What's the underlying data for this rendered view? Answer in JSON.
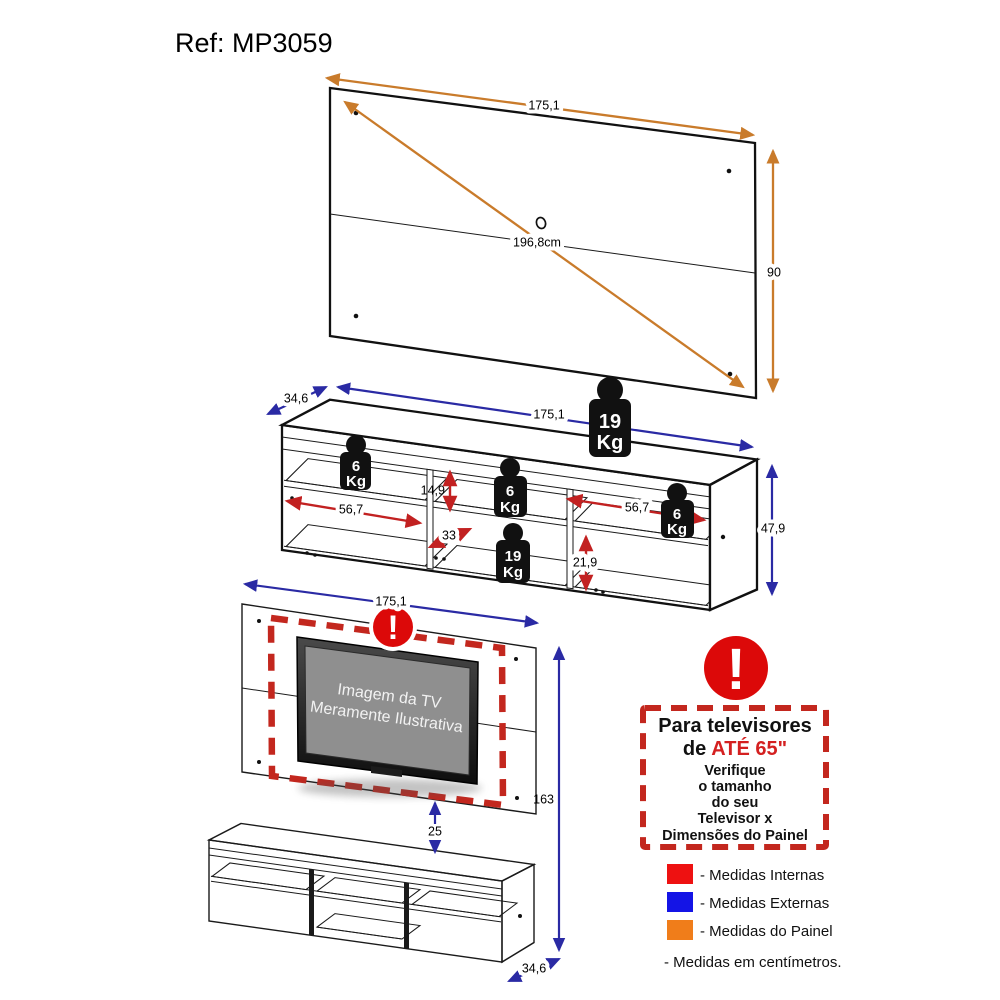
{
  "title": "Ref: MP3059",
  "colors": {
    "orange_arrow": "#C97B2B",
    "blue_arrow": "#2A2AA4",
    "red_arrow": "#C22121",
    "alert_red": "#DC0909",
    "dashed_red": "#C3271E"
  },
  "panel": {
    "width": "175,1",
    "height": "90",
    "diagonal": "196,8cm"
  },
  "rack": {
    "depth": "34,6",
    "width": "175,1",
    "height": "47,9",
    "inner_left_width": "56,7",
    "inner_shelf_height": "14,9",
    "inner_middle_width": "33",
    "inner_right_width": "56,7",
    "inner_lower_height": "21,9",
    "weight_big": "19",
    "weight_small": "6",
    "kg": "Kg"
  },
  "combo": {
    "width": "175,1",
    "height": "163",
    "gap": "25",
    "depth": "34,6",
    "tv_line1": "Imagem da TV",
    "tv_line2": "Meramente Ilustrativa",
    "alert": "!"
  },
  "warning": {
    "icon": "!",
    "line1": "Para televisores",
    "line2_black": "de",
    "line2_red": "ATÉ 65\"",
    "line3": "Verifique",
    "line4": "o tamanho",
    "line5": "do seu",
    "line6": "Televisor x",
    "line7": "Dimensões do Painel"
  },
  "legend": {
    "items": [
      {
        "color": "#EE1111",
        "label": "- Medidas Internas"
      },
      {
        "color": "#1414E6",
        "label": "- Medidas Externas"
      },
      {
        "color": "#F07D1A",
        "label": "- Medidas do Painel"
      }
    ],
    "note": "- Medidas em centímetros."
  }
}
